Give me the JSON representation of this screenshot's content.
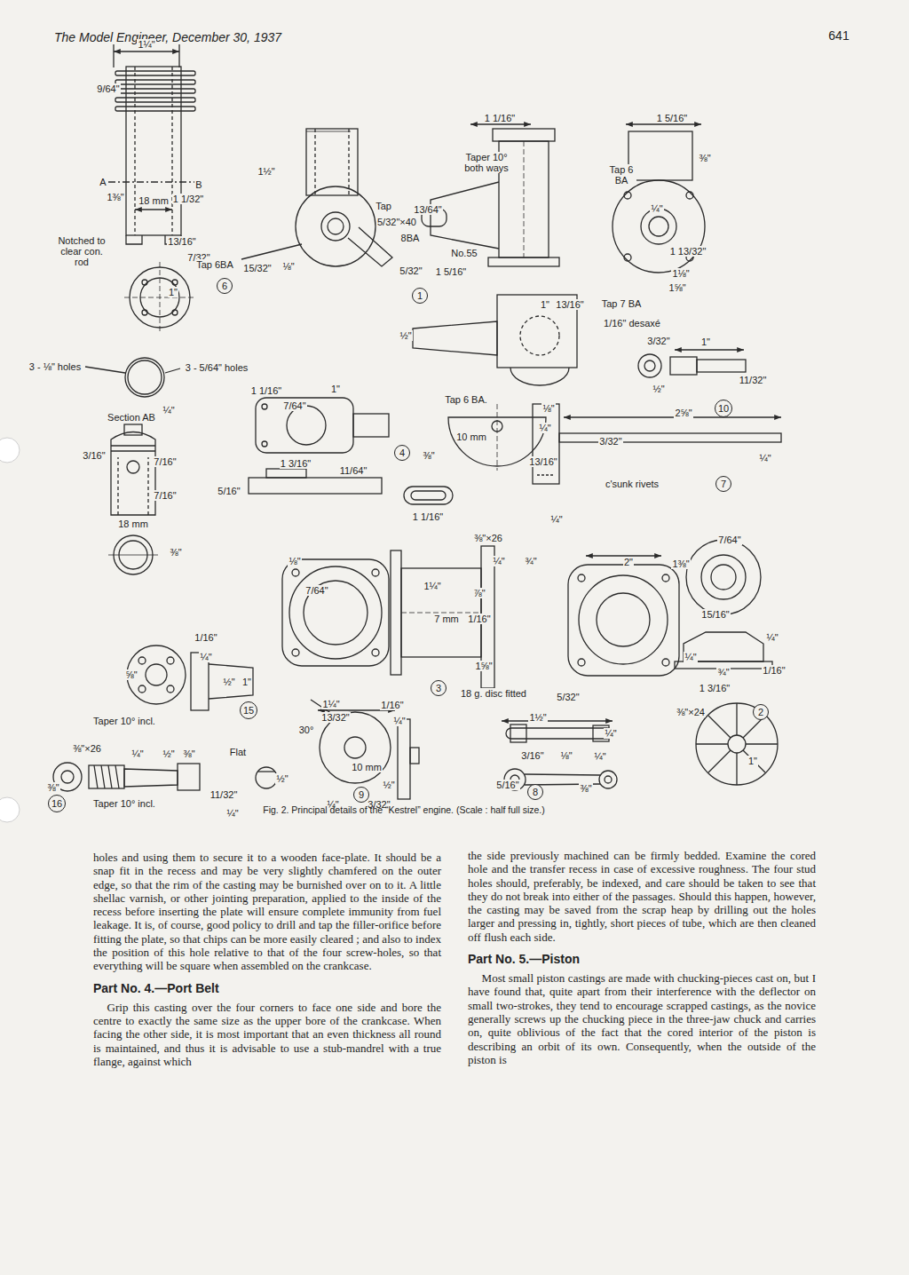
{
  "diagram": {
    "caption": "Fig. 2. Principal details of the “Kestrel” engine. (Scale : half full size.)",
    "nodes": [
      {
        "text": [
          "6"
        ]
      },
      {
        "text": [
          "1"
        ]
      },
      {
        "text": [
          "10"
        ]
      },
      {
        "text": [
          "4"
        ]
      },
      {
        "text": [
          "7"
        ]
      },
      {
        "text": [
          "3"
        ]
      },
      {
        "text": [
          "2"
        ]
      },
      {
        "text": [
          "15"
        ]
      },
      {
        "text": [
          "16"
        ]
      },
      {
        "text": [
          "9"
        ]
      },
      {
        "text": [
          "8"
        ]
      }
    ],
    "labels": [
      "The Model Engineer, December 30, 1937",
      "641",
      "1¼\"",
      "9/64\"",
      "A",
      "B",
      "1⅜\"",
      "18 mm",
      "1 1/32\"",
      "Notched to clear con. rod",
      "13/16\"",
      "7/32\"",
      "1\"",
      "3 - ⅛\" holes",
      "3 - 5/64\" holes",
      "Section AB",
      "¼\"",
      "3/16\"",
      "7/16\"",
      "7/16\"",
      "18 mm",
      "⅜\"",
      "1½\"",
      "Tap",
      "5/32\"×40",
      "8BA",
      "13/64\"",
      "Tap 6BA",
      "15/32\"",
      "⅛\"",
      "Taper 10° both ways",
      "No.55",
      "5/32\"",
      "1 5/16\"",
      "1 1/16\"",
      "1 5/16\"",
      "Tap 6 BA",
      "⅜\"",
      "¼\"",
      "1 13/32\"",
      "1⅛\"",
      "1⅝\"",
      "½\"",
      "1\"",
      "13/16\"",
      "Tap 7 BA",
      "1/16\" desaxé",
      "3/32\"",
      "1\"",
      "½\"",
      "11/32\"",
      "1 1/16\"",
      "7/64\"",
      "1\"",
      "1 3/16\"",
      "11/64\"",
      "5/16\"",
      "⅜\"",
      "1 1/16\"",
      "Tap 6 BA.",
      "⅛\"",
      "2⅝\"",
      "¼\"",
      "3/32\"",
      "10 mm",
      "13/16\"",
      "c'sunk rivets",
      "¼\"",
      "¼\"",
      "⅜\"×26",
      "¼\"",
      "¾\"",
      "⅛\"",
      "7/64\"",
      "1¼\"",
      "⅞\"",
      "7 mm",
      "1/16\"",
      "1⅝\"",
      "18 g. disc fitted",
      "5/32\"",
      "2\"",
      "1⅜\"",
      "7/64\"",
      "15/16\"",
      "¼\"",
      "¼\"",
      "¾\"",
      "1/16\"",
      "1 3/16\"",
      "⅜\"×24",
      "1\"",
      "1/16\"",
      "¼\"",
      "⅝\"",
      "½\"",
      "1\"",
      "Taper 10° incl.",
      "⅜\"×26",
      "¼\"",
      "½\"",
      "⅜\"",
      "Flat",
      "⅜\"",
      "11/32\"",
      "½\"",
      "¼\"",
      "Taper 10° incl.",
      "1¼\"",
      "13/32\"",
      "1/16\"",
      "¼\"",
      "30°",
      "10 mm",
      "½\"",
      "¼\"",
      "3/32\"",
      "1½\"",
      "¼\"",
      "3/16\"",
      "⅛\"",
      "¼\"",
      "5/16\"",
      "⅜\"",
      "holes and using them to secure it to a wooden face-plate. It should be a snap fit in the recess and may be very slightly chamfered on the outer edge, so that the rim of the casting may be burnished over on to it. A little shellac varnish, or other jointing preparation, applied to the inside of the recess before inserting the plate will ensure complete immunity from fuel leakage. It is, of course, good policy to drill and tap the filler-orifice before fitting the plate, so that chips can be more easily cleared ; and also to index the position of this hole relative to that of the four screw-holes, so that everything will be square when assembled on the crankcase.",
      "Part No. 4.—Port Belt",
      "Grip this casting over the four corners to face one side and bore the centre to exactly the same size as the upper bore of the crankcase. When facing the other side, it is most important that an even thickness all round is maintained, and thus it is advisable to use a stub-mandrel with a true flange, against which",
      "the side previously machined can be firmly bedded. Examine the cored hole and the transfer recess in case of excessive roughness. The four stud holes should, preferably, be indexed, and care should be taken to see that they do not break into either of the passages. Should this happen, however, the casting may be saved from the scrap heap by drilling out the holes larger and pressing in, tightly, short pieces of tube, which are then cleaned off flush each side.",
      "Part No. 5.—Piston",
      "Most small piston castings are made with chucking-pieces cast on, but I have found that, quite apart from their interference with the deflector on small two-strokes, they tend to encourage scrapped castings, as the novice generally screws up the chucking piece in the three-jaw chuck and carries on, quite oblivious of the fact that the cored interior of the piston is describing an orbit of its own. Consequently, when the outside of the piston is"
    ]
  }
}
